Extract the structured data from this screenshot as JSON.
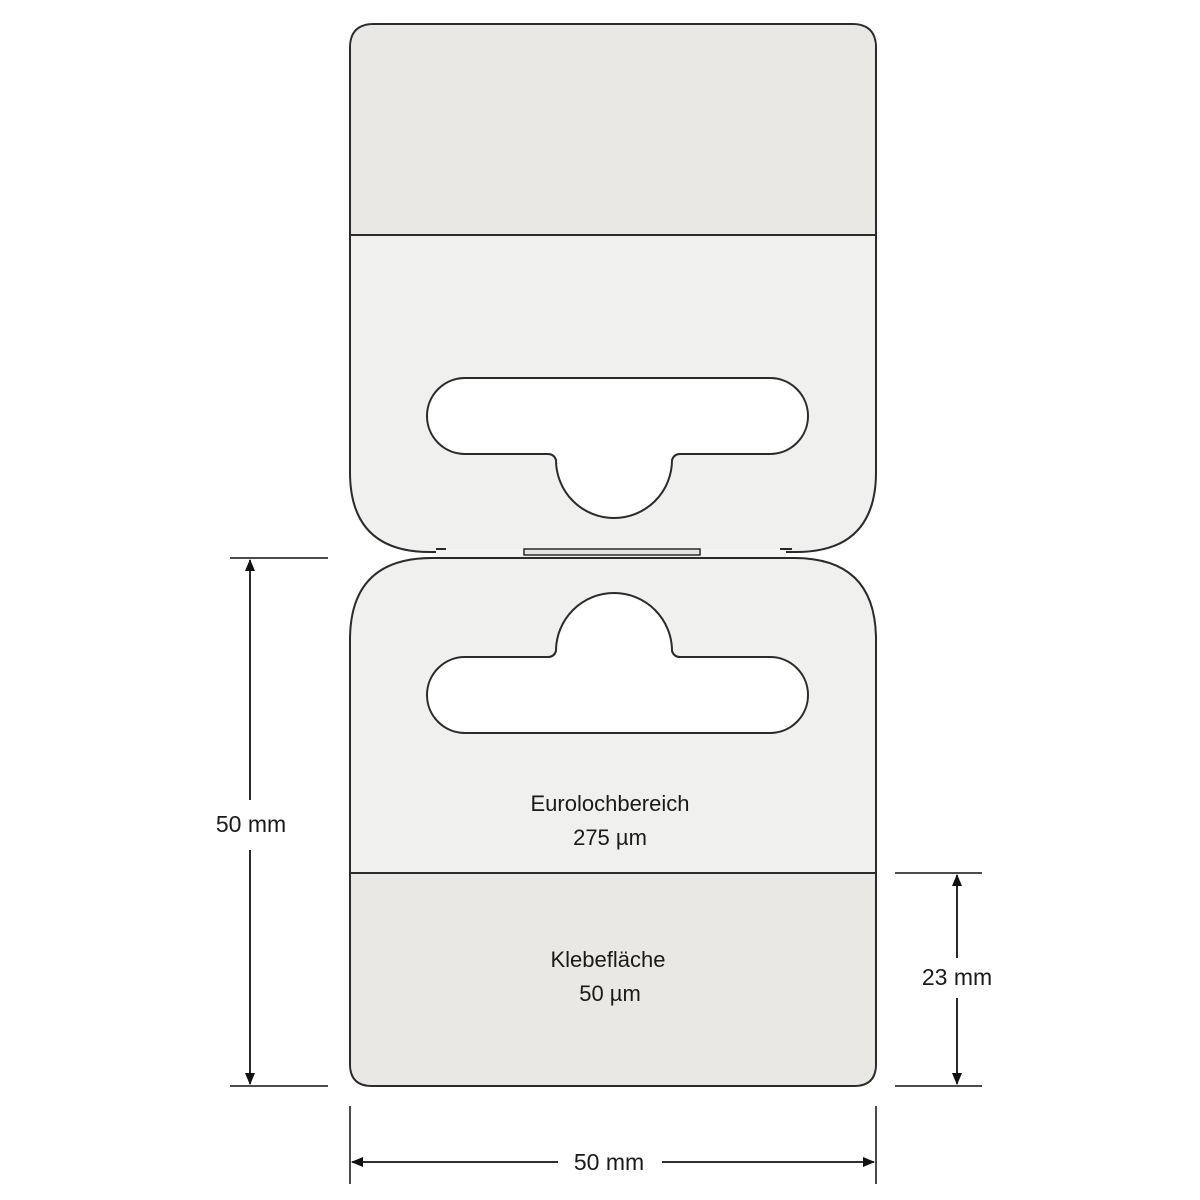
{
  "labels": {
    "euroloch_title": "Eurolochbereich",
    "euroloch_thickness": "275 µm",
    "klebe_title": "Klebefläche",
    "klebe_thickness": "50 µm"
  },
  "dimensions": {
    "height_total": "50 mm",
    "height_adhesive": "23 mm",
    "width_total": "50 mm"
  },
  "colors": {
    "tab_fill": "#f0f0ef",
    "adhesive_fill": "#e9e8e4",
    "outline": "#2b2b2b",
    "hole_fill": "#ffffff"
  }
}
